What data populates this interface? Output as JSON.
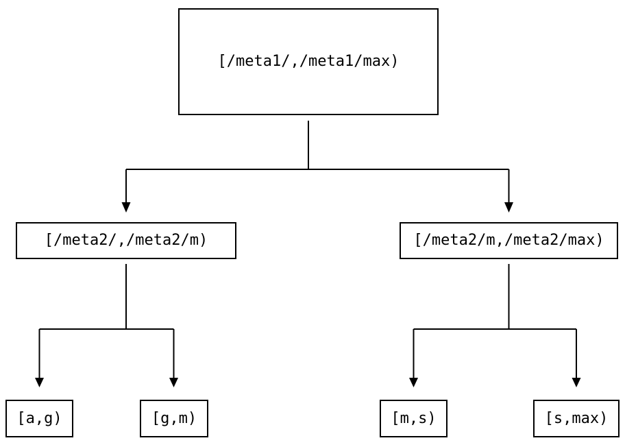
{
  "diagram": {
    "type": "interval-partition-tree",
    "colors": {
      "background": "#ffffff",
      "line": "#000000",
      "text": "#000000",
      "box_border": "#000000"
    },
    "nodes": {
      "root": {
        "label": "[/meta1/,/meta1/max)"
      },
      "left": {
        "label": "[/meta2/,/meta2/m)"
      },
      "right": {
        "label": "[/meta2/m,/meta2/max)"
      },
      "leaf_ag": {
        "label": "[a,g)"
      },
      "leaf_gm": {
        "label": "[g,m)"
      },
      "leaf_ms": {
        "label": "[m,s)"
      },
      "leaf_smax": {
        "label": "[s,max)"
      }
    },
    "edges": [
      {
        "from": "root",
        "to": [
          "left",
          "right"
        ]
      },
      {
        "from": "left",
        "to": [
          "leaf_ag",
          "leaf_gm"
        ]
      },
      {
        "from": "right",
        "to": [
          "leaf_ms",
          "leaf_smax"
        ]
      }
    ]
  }
}
